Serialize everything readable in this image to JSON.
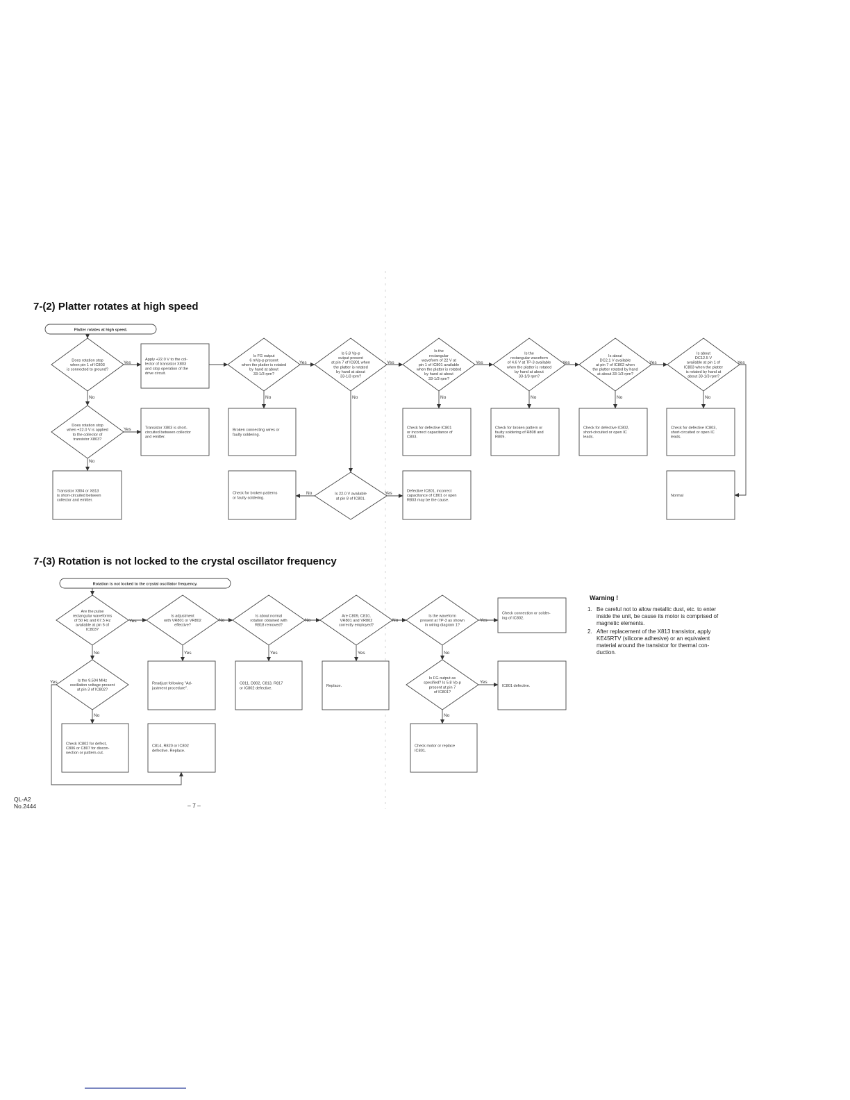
{
  "sections": [
    {
      "title": "7-(2) Platter rotates at high speed",
      "start": "Platter rotates at high speed.",
      "nodes": [
        {
          "id": "d1",
          "type": "decision",
          "lines": [
            "Does rotation stop",
            "when pin 1 of IC803",
            "is connected to ground?"
          ]
        },
        {
          "id": "b1",
          "type": "process",
          "lines": [
            "Apply +22.0 V to the col-",
            "lector of transistor X803",
            "and stop operation of the",
            "drive circuit."
          ]
        },
        {
          "id": "d2",
          "type": "decision",
          "lines": [
            "Is FG output",
            "6 mVp-p present",
            "when the platter is rotated",
            "by hand at about",
            "33-1/3 rpm?"
          ]
        },
        {
          "id": "d3",
          "type": "decision",
          "lines": [
            "Is 5.8 Vp-p",
            "output present",
            "at pin 7 of IC801 when",
            "the platter is rotated",
            "by hand at about",
            "33-1/3 rpm?"
          ]
        },
        {
          "id": "d4",
          "type": "decision",
          "lines": [
            "Is the",
            "rectangular",
            "waveform of 22 V at",
            "pin 1 of IC801 available",
            "when the platter is rotated",
            "by hand at about",
            "33-1/3 rpm?"
          ]
        },
        {
          "id": "d5",
          "type": "decision",
          "lines": [
            "Is the",
            "rectangular waveform",
            "of 4.6 V at TP-3 available",
            "when the platter is rotated",
            "by hand at about",
            "33-1/3 rpm?"
          ]
        },
        {
          "id": "d6",
          "type": "decision",
          "lines": [
            "Is about",
            "DC2.1 V available",
            "at pin 7 of IC802 when",
            "the platter rotated by hand",
            "at about 33-1/3 rpm?"
          ]
        },
        {
          "id": "d7",
          "type": "decision",
          "lines": [
            "Is about",
            "DC12.5 V",
            "available at pin 1 of",
            "IC803 when the platter",
            "is rotated by hand at",
            "about 33-1/3 rpm?"
          ]
        },
        {
          "id": "d8",
          "type": "decision",
          "lines": [
            "Does rotation stop",
            "when +22.0 V is applied",
            "to the collector of",
            "transistor X803?"
          ]
        },
        {
          "id": "b2",
          "type": "process",
          "lines": [
            "Transistor X803 is short-",
            "circuited between collector",
            "and emitter."
          ]
        },
        {
          "id": "b3",
          "type": "process",
          "lines": [
            "Broken connecting wires or",
            "faulty soldering."
          ]
        },
        {
          "id": "b4",
          "type": "process",
          "lines": [
            "Check for defective IC801",
            "or incorrect capacitance of",
            "C803."
          ]
        },
        {
          "id": "b5",
          "type": "process",
          "lines": [
            "Check for broken pattern or",
            "faulty soldering of R808 and",
            "R809."
          ]
        },
        {
          "id": "b6",
          "type": "process",
          "lines": [
            "Check for defective IC802,",
            "short-circuited or open IC",
            "leads."
          ]
        },
        {
          "id": "b7",
          "type": "process",
          "lines": [
            "Check for defective IC803,",
            "short-circuited or open IC",
            "leads."
          ]
        },
        {
          "id": "b8",
          "type": "process",
          "lines": [
            "Transistor X804 or X813",
            "is short-circuited between",
            "collector and emitter."
          ]
        },
        {
          "id": "b9",
          "type": "process",
          "lines": [
            "Check for broken patterns",
            "or faulty soldering."
          ]
        },
        {
          "id": "d9",
          "type": "decision",
          "lines": [
            "Is 22.0 V available",
            "at pin 8 of IC801."
          ]
        },
        {
          "id": "b10",
          "type": "process",
          "lines": [
            "Defective IC801, incorrect",
            "capacitance of C801 or open",
            "R803 may be the cause."
          ]
        },
        {
          "id": "b11",
          "type": "process",
          "lines": [
            "Normal"
          ]
        }
      ]
    },
    {
      "title": "7-(3) Rotation is not locked to the crystal oscillator frequency",
      "start": "Rotation is not locked to the crystal oscillator frequency.",
      "nodes": [
        {
          "id": "e1",
          "type": "decision",
          "lines": [
            "Are the pulse",
            "rectangular waveforms",
            "of 50 Hz and 67.5 Hz",
            "available at pin 5 of",
            "IC803?"
          ]
        },
        {
          "id": "e2",
          "type": "decision",
          "lines": [
            "Is adjustment",
            "with VR801 or VR802",
            "effective?"
          ]
        },
        {
          "id": "e3",
          "type": "decision",
          "lines": [
            "Is about normal",
            "rotation obtained with",
            "R818 removed?"
          ]
        },
        {
          "id": "e4",
          "type": "decision",
          "lines": [
            "Are C809, C810,",
            "VR801 and VR802",
            "correctly employed?"
          ]
        },
        {
          "id": "e5",
          "type": "decision",
          "lines": [
            "Is the waveform",
            "present at TP-3 as shown",
            "in wiring diagram 1?"
          ]
        },
        {
          "id": "f1",
          "type": "process",
          "lines": [
            "Check connection or solder-",
            "ing of IC802."
          ]
        },
        {
          "id": "e6",
          "type": "decision",
          "lines": [
            "Is the 9.504 MHz",
            "oscillation voltage present",
            "at pin 3 of IC802?"
          ]
        },
        {
          "id": "f2",
          "type": "process",
          "lines": [
            "Readjust following \"Ad-",
            "justment procedure\"."
          ]
        },
        {
          "id": "f3",
          "type": "process",
          "lines": [
            "C811, D802, C813, R817",
            "or IC802 defective."
          ]
        },
        {
          "id": "f4",
          "type": "process",
          "lines": [
            "Replace."
          ]
        },
        {
          "id": "e7",
          "type": "decision",
          "lines": [
            "Is FG output as",
            "specified? Is 5.8 Vp-p",
            "present at pin 7",
            "of IC801?"
          ]
        },
        {
          "id": "f5",
          "type": "process",
          "lines": [
            "IC801 defective."
          ]
        },
        {
          "id": "f6",
          "type": "process",
          "lines": [
            "Check IC802 for defect,",
            "C806 or C807 for discon-",
            "nection or pattern-cut."
          ]
        },
        {
          "id": "f7",
          "type": "process",
          "lines": [
            "C814, R820 or IC802",
            "defective. Replace."
          ]
        },
        {
          "id": "f8",
          "type": "process",
          "lines": [
            "Check motor or replace",
            "IC801."
          ]
        }
      ]
    }
  ],
  "labels": {
    "yes": "Yes",
    "no": "No"
  },
  "warning": {
    "title": "Warning !",
    "items": [
      {
        "num": "1.",
        "lines": [
          "Be careful not to allow metallic dust, etc. to enter",
          "inside the unit, be cause its motor is comprised of",
          "magnetic elements."
        ]
      },
      {
        "num": "2.",
        "lines": [
          "After replacement of the X813 transistor, apply",
          "KE45RTV (silicone adhesive) or an equivalent",
          "material around the transistor for thermal con-",
          "duction."
        ]
      }
    ]
  },
  "footer": {
    "model": "QL-A2",
    "number": "No.2444",
    "page": "– 7 –"
  }
}
